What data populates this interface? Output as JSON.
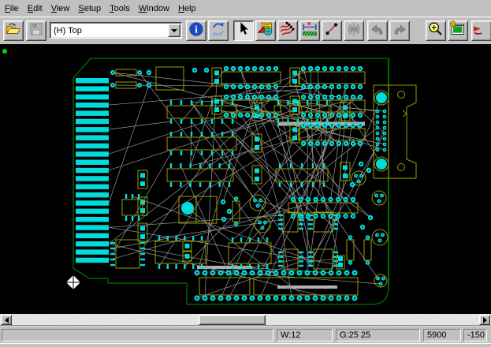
{
  "menu": {
    "items": [
      {
        "label": "File"
      },
      {
        "label": "Edit"
      },
      {
        "label": "View"
      },
      {
        "label": "Setup"
      },
      {
        "label": "Tools"
      },
      {
        "label": "Window"
      },
      {
        "label": "Help"
      }
    ]
  },
  "toolbar": {
    "layer_selector": {
      "value": "(H) Top"
    },
    "buttons": [
      {
        "icon": "open-folder-icon",
        "state": "enabled"
      },
      {
        "icon": "save-icon",
        "state": "disabled"
      },
      {
        "icon": "info-icon",
        "state": "enabled"
      },
      {
        "icon": "redraw-icon",
        "state": "enabled"
      },
      {
        "icon": "select-arrow-icon",
        "state": "pressed"
      },
      {
        "icon": "place-component-icon",
        "state": "enabled"
      },
      {
        "icon": "route-traces-icon",
        "state": "enabled"
      },
      {
        "icon": "measure-icon",
        "state": "enabled"
      },
      {
        "icon": "add-connection-icon",
        "state": "enabled"
      },
      {
        "icon": "ratsnest-icon",
        "state": "disabled"
      },
      {
        "icon": "undo-icon",
        "state": "disabled"
      },
      {
        "icon": "redo-icon",
        "state": "disabled"
      },
      {
        "icon": "zoom-in-icon",
        "state": "enabled"
      },
      {
        "icon": "board-view-icon",
        "state": "enabled"
      },
      {
        "icon": "clipped-tool-icon",
        "state": "enabled"
      }
    ]
  },
  "status": {
    "cells": [
      "",
      "W:12",
      "G:25 25",
      "5900",
      "-150"
    ]
  },
  "scrollbar": {
    "orientation": "horizontal"
  },
  "pcb": {
    "colors": {
      "canvas": "#000000",
      "board_outline": "#007800",
      "board_edge": "#00a800",
      "pad": "#00dcdc",
      "outline": "#9c9c00",
      "ratsnest": "#989898",
      "trace": "#b2b2b2",
      "origin_marker": "#ffffff",
      "marker_dot": "#00d800"
    }
  }
}
